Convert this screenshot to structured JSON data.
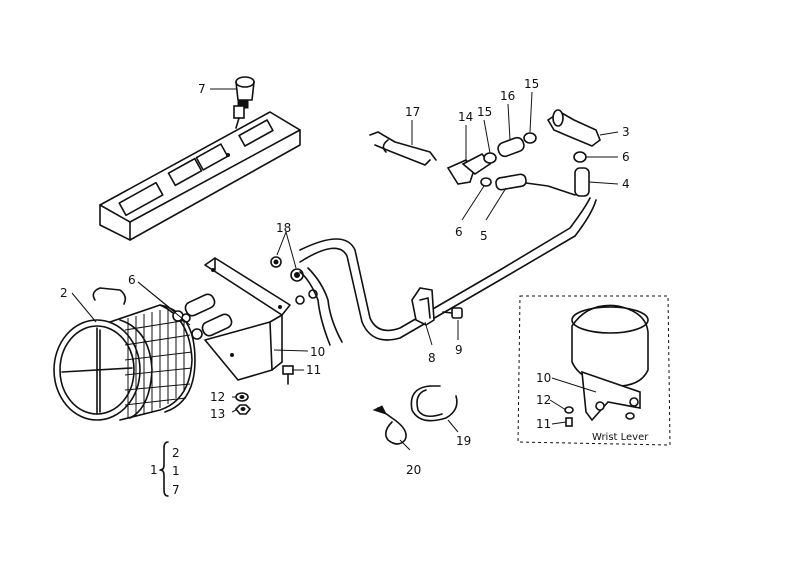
{
  "callouts": {
    "c1": "1",
    "c2_stack": "2",
    "c1_stack": "1",
    "c7_stack": "7",
    "c2": "2",
    "c3": "3",
    "c4": "4",
    "c5": "5",
    "c6a": "6",
    "c6b": "6",
    "c6c": "6",
    "c7": "7",
    "c8": "8",
    "c9": "9",
    "c10": "10",
    "c11": "11",
    "c12": "12",
    "c13": "13",
    "c14": "14",
    "c15a": "15",
    "c15b": "15",
    "c16": "16",
    "c17": "17",
    "c18": "18",
    "c19": "19",
    "c20": "20"
  },
  "inset": {
    "label": "Wrist Lever",
    "c10": "10",
    "c12": "12",
    "c11": "11"
  }
}
